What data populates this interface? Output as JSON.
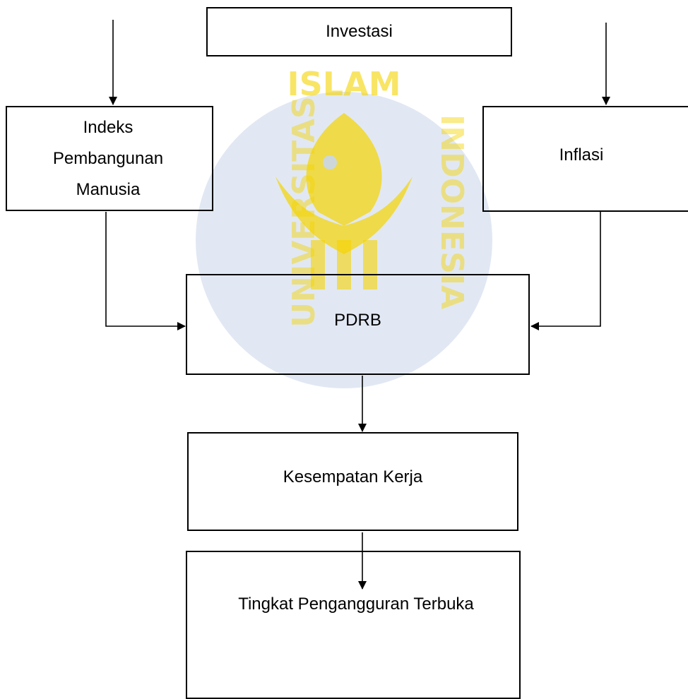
{
  "diagram": {
    "nodes": {
      "investasi": "Investasi",
      "ipm": [
        "Indeks",
        "Pembangunan",
        "Manusia"
      ],
      "inflasi": "Inflasi",
      "pdrb": "PDRB",
      "kesempatan_kerja": "Kesempatan Kerja",
      "tpt": "Tingkat Pengangguran Terbuka"
    },
    "edges": [
      {
        "from": "top-left-input",
        "to": "ipm"
      },
      {
        "from": "top-right-input",
        "to": "inflasi"
      },
      {
        "from": "ipm",
        "to": "pdrb"
      },
      {
        "from": "inflasi",
        "to": "pdrb"
      },
      {
        "from": "pdrb",
        "to": "kesempatan_kerja"
      },
      {
        "from": "kesempatan_kerja",
        "to": "tpt"
      }
    ]
  },
  "watermark": {
    "text_top": "ISLAM",
    "text_left": "UNIVERSITAS",
    "text_right": "INDONESIA",
    "color": "#f5d400",
    "bg_color": "#c9d6ea"
  },
  "colors": {
    "line": "#000000",
    "text": "#000000"
  }
}
